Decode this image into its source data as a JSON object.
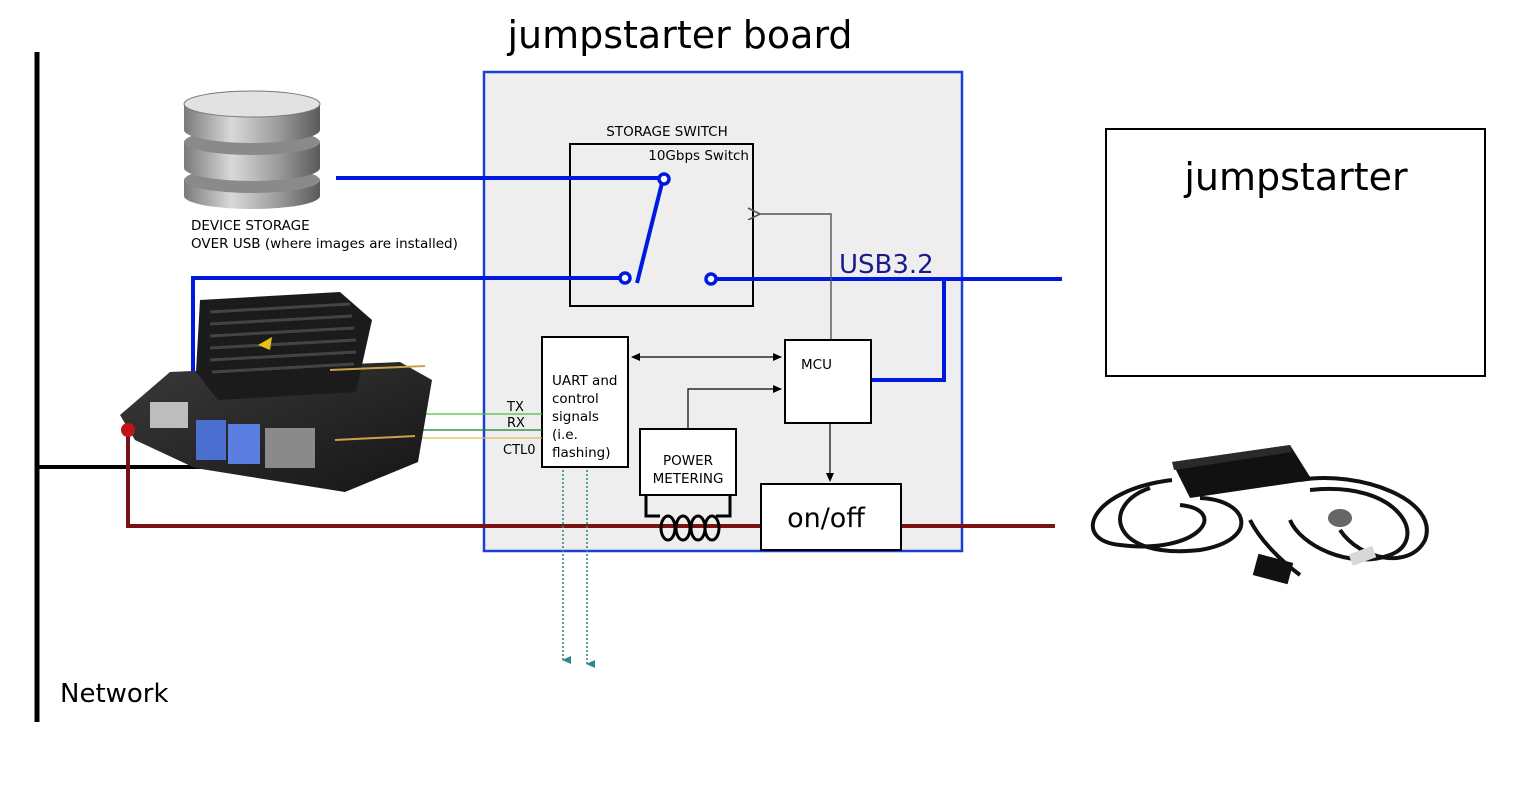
{
  "title": "jumpstarter board",
  "network_label": "Network",
  "device_storage": {
    "line1": "DEVICE STORAGE",
    "line2": "OVER USB (where images are installed)"
  },
  "storage_switch": {
    "title": "STORAGE SWITCH",
    "subtitle": "10Gbps Switch"
  },
  "usb_label": "USB3.2",
  "host": {
    "label": "jumpstarter"
  },
  "uart": {
    "lines": [
      "UART and",
      "control",
      "signals",
      "(i.e.",
      "flashing)"
    ]
  },
  "signals": {
    "tx": "TX",
    "rx": "RX",
    "ctl0": "CTL0"
  },
  "mcu_label": "MCU",
  "power_metering": {
    "line1": "POWER",
    "line2": "METERING"
  },
  "onoff_label": "on/off",
  "colors": {
    "usb_blue": "#0019e0",
    "board_border": "#1a3fd6",
    "board_fill": "#eeeeee",
    "power_line": "#7a1212",
    "usb_text": "#1a1a8c",
    "tx_line": "#43c243",
    "rx_line": "#1f7a2e",
    "ctl0_line": "#e0c050",
    "io_arrow": "#2e8a8a"
  },
  "icons": {
    "storage": "database-icon",
    "dut": "dev-board-icon",
    "power_supply": "power-adapter-icon",
    "inductor": "coil-icon"
  }
}
